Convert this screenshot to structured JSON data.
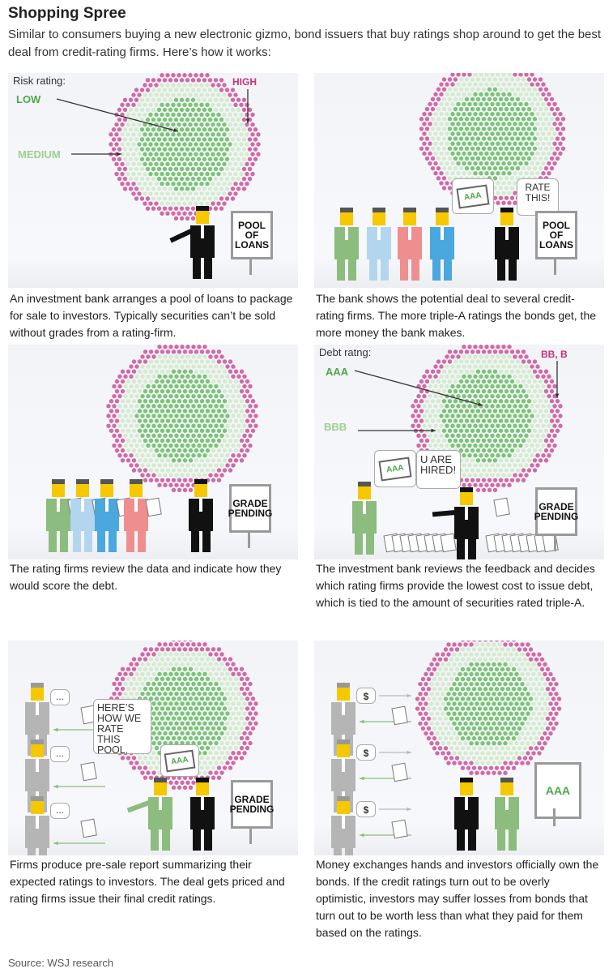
{
  "title": "Shopping Spree",
  "intro": "Similar to consumers buying a new electronic gizmo, bond issuers that buy ratings shop around to get the best deal from credit-rating firms. Here’s how it works:",
  "colors": {
    "core": "#7cc477",
    "mid": "#d5ebcf",
    "ring": "#d26aa6",
    "low": "#4ea84a",
    "medium": "#9fd08f",
    "high": "#c8307f"
  },
  "panels": [
    {
      "legend_title": "Risk rating:",
      "low": "LOW",
      "medium": "MEDIUM",
      "high": "HIGH",
      "sign": "POOL OF LOANS",
      "caption": "An investment bank arranges a pool of loans to package for sale to investors. Typically securities can’t be sold without grades from a rating-firm."
    },
    {
      "bubble_doc": "AAA",
      "bubble_text": "RATE THIS!",
      "sign": "POOL OF LOANS",
      "caption": "The bank shows the potential deal to several credit-rating firms. The more triple-A ratings the bonds get, the more money the bank makes."
    },
    {
      "sign": "GRADE PENDING",
      "caption": "The rating firms review the data and indicate how they would score the debt."
    },
    {
      "legend_title": "Debt ratng:",
      "aaa": "AAA",
      "bbb": "BBB",
      "bb": "BB, B",
      "bubble_doc": "AAA",
      "bubble_text": "U ARE HIRED!",
      "sign": "GRADE PENDING",
      "caption": "The investment bank reviews the feedback and decides which rating firms provide the lowest cost to issue debt, which is tied to the amount of securities rated triple-A."
    },
    {
      "bubble_text": "HERE’S HOW WE RATE THIS POOL.",
      "bubble_doc": "AAA",
      "investor_bubble": "...",
      "sign": "GRADE PENDING",
      "caption": "Firms produce pre-sale report summarizing their expected ratings to investors. The deal gets priced and rating firms issue their final credit ratings."
    },
    {
      "investor_bubble": "$",
      "sign": "AAA",
      "caption": "Money exchanges hands and investors officially own the bonds. If the credit ratings turn out to be overly optimistic, investors may suffer losses from bonds that turn out to be worth less than what they paid for them based on the ratings."
    }
  ],
  "source": "Source: WSJ research"
}
